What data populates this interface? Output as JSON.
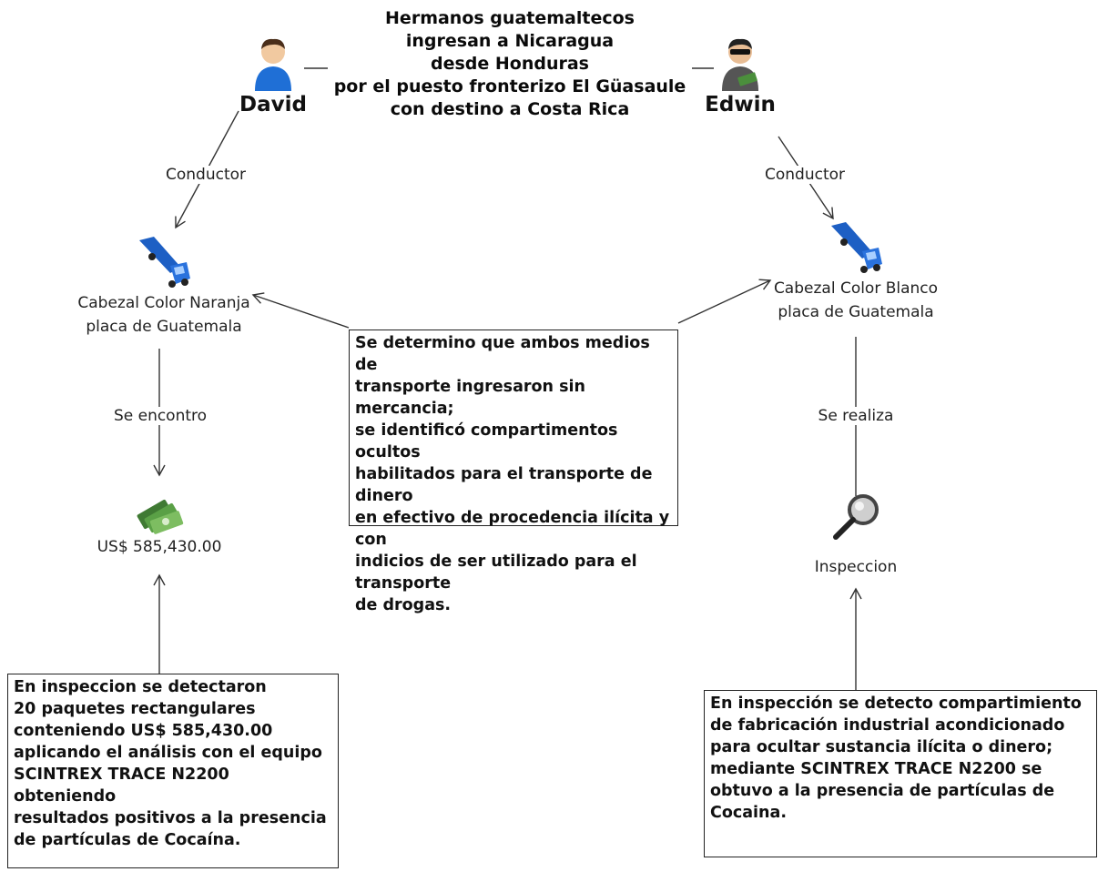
{
  "title_lines": [
    "Hermanos guatemaltecos",
    "ingresan a Nicaragua",
    "desde Honduras",
    "por el puesto fronterizo El Güasaule",
    "con destino a Costa Rica"
  ],
  "persons": {
    "left": {
      "name": "David",
      "icon": "person-icon"
    },
    "right": {
      "name": "Edwin",
      "icon": "person-with-money-icon"
    }
  },
  "edge_labels": {
    "left_driver": "Conductor",
    "right_driver": "Conductor",
    "found": "Se encontro",
    "performed": "Se realiza"
  },
  "vehicles": {
    "left": {
      "line1": "Cabezal Color Naranja",
      "line2": "placa de Guatemala",
      "icon": "truck-icon"
    },
    "right": {
      "line1": "Cabezal Color Blanco",
      "line2": "placa de Guatemala",
      "icon": "truck-icon"
    }
  },
  "money": {
    "label": "US$ 585,430.00",
    "icon": "money-icon"
  },
  "inspection": {
    "label": "Inspeccion",
    "icon": "magnifier-icon"
  },
  "center_note": "Se determino que ambos medios de\ntransporte ingresaron sin mercancia;\nse identificó compartimentos ocultos\nhabilitados para el transporte de dinero\nen efectivo de procedencia ilícita y con\nindicios de ser utilizado para el transporte\nde drogas.",
  "left_note": "En inspeccion se detectaron\n20 paquetes rectangulares\nconteniendo US$ 585,430.00\naplicando el análisis con el equipo\nSCINTREX TRACE N2200 obteniendo\nresultados positivos a la presencia\n de partículas de Cocaína.",
  "right_note": "En inspección se detecto compartimiento\nde fabricación industrial acondicionado\npara ocultar sustancia ilícita o dinero;\nmediante SCINTREX TRACE N2200 se\nobtuvo a la presencia de partículas de\nCocaina.",
  "colors": {
    "person_blue": "#1f6fd6",
    "truck_blue": "#1d5fc4",
    "money_green": "#4b8f3c"
  }
}
